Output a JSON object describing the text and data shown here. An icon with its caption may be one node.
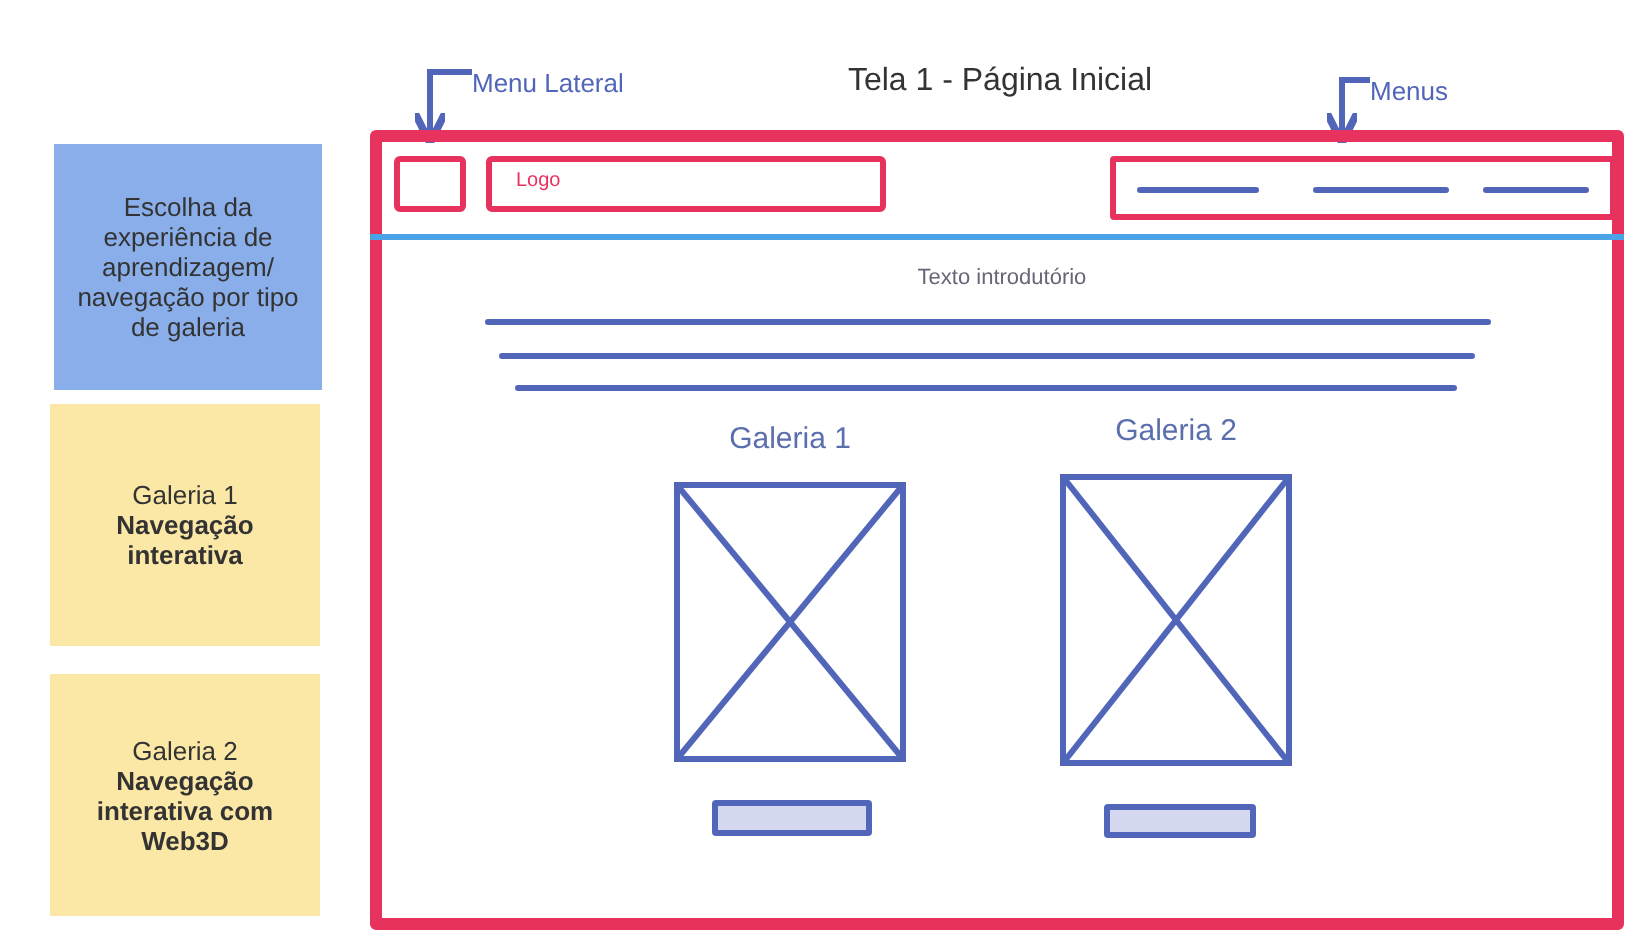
{
  "diagram": {
    "title": "Tela 1 - Página Inicial",
    "nodes": [
      {
        "text": [
          "Escolha da experiência de aprendizagem/ navegação por tipo de galeria"
        ]
      },
      {
        "text": [
          "Galeria 1",
          "Navegação interativa"
        ]
      },
      {
        "text": [
          "Galeria 2",
          "Navegação interativa com Web3D"
        ]
      },
      {
        "text": [
          "Menu Lateral"
        ]
      },
      {
        "text": [],
        "shape": "box"
      },
      {
        "text": [],
        "shape": "box",
        "in": 4
      },
      {
        "text": [
          "Logo"
        ],
        "in": 4
      },
      {
        "text": [
          "Menus"
        ]
      },
      {
        "text": [],
        "shape": "box",
        "in": 4
      },
      {
        "text": [
          "Galeria 1"
        ],
        "in": 4
      },
      {
        "text": [],
        "shape": "bar",
        "in": 4
      },
      {
        "text": [
          "Galeria 2"
        ],
        "in": 4
      },
      {
        "text": [],
        "shape": "bar",
        "in": 4
      }
    ],
    "edges": [
      {
        "from": 3,
        "to": 5,
        "arrow": "to"
      },
      {
        "from": 7,
        "to": 8,
        "arrow": "to"
      }
    ],
    "labels": [
      "Texto introdutório"
    ]
  }
}
